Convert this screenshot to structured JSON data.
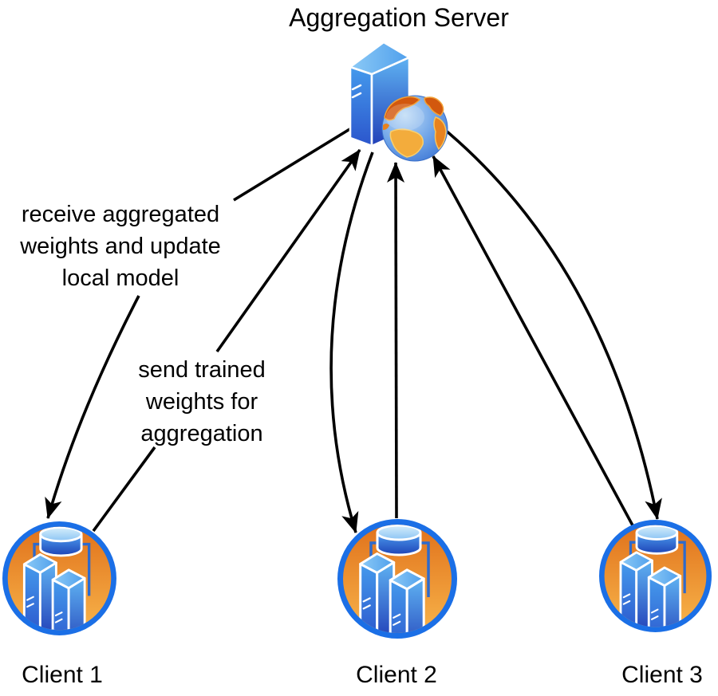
{
  "diagram": {
    "server_label": "Aggregation Server",
    "receive_label": "receive aggregated\nweights and update\nlocal model",
    "send_label": "send trained\nweights for\naggregation",
    "clients": [
      {
        "label": "Client 1"
      },
      {
        "label": "Client 2"
      },
      {
        "label": "Client 3"
      }
    ]
  },
  "icons": {
    "server": "server-tower-with-globe-icon",
    "client": "database-servers-circle-icon"
  },
  "colors": {
    "background": "#ffffff",
    "arrow": "#000000",
    "text": "#000000",
    "client_ring_blue": "#1b6fe6",
    "client_orange_top": "#e0701a",
    "client_orange_bottom": "#f8b54b",
    "tower_blue_light": "#63b9f5",
    "tower_blue_dark": "#2240b8",
    "globe_ocean": "#3b74d4",
    "globe_land_dark": "#d2580e",
    "globe_land_yellow": "#f3ac3c"
  }
}
